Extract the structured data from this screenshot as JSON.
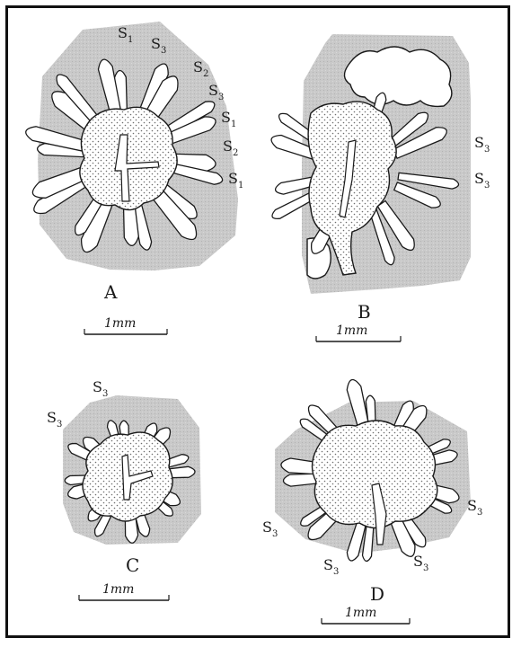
{
  "figure": {
    "colors": {
      "matrix": "#c9c9c9",
      "void": "#ffffff",
      "stipple": "#6e6e6e",
      "line": "#1a1a1a",
      "frame": "#111111"
    },
    "panels": [
      {
        "letter": "A",
        "scale_label": "1mm",
        "annotations": [
          {
            "base": "S",
            "sub": "1"
          },
          {
            "base": "S",
            "sub": "3"
          },
          {
            "base": "S",
            "sub": "2"
          },
          {
            "base": "S",
            "sub": "3"
          },
          {
            "base": "S",
            "sub": "1"
          },
          {
            "base": "S",
            "sub": "2"
          },
          {
            "base": "S",
            "sub": "1"
          }
        ]
      },
      {
        "letter": "B",
        "scale_label": "1mm",
        "annotations": [
          {
            "base": "S",
            "sub": "3"
          },
          {
            "base": "S",
            "sub": "3"
          }
        ]
      },
      {
        "letter": "C",
        "scale_label": "1mm",
        "annotations": [
          {
            "base": "S",
            "sub": "3"
          },
          {
            "base": "S",
            "sub": "3"
          }
        ]
      },
      {
        "letter": "D",
        "scale_label": "1mm",
        "annotations": [
          {
            "base": "S",
            "sub": "3"
          },
          {
            "base": "S",
            "sub": "3"
          },
          {
            "base": "S",
            "sub": "3"
          },
          {
            "base": "S",
            "sub": "3"
          }
        ]
      }
    ]
  }
}
